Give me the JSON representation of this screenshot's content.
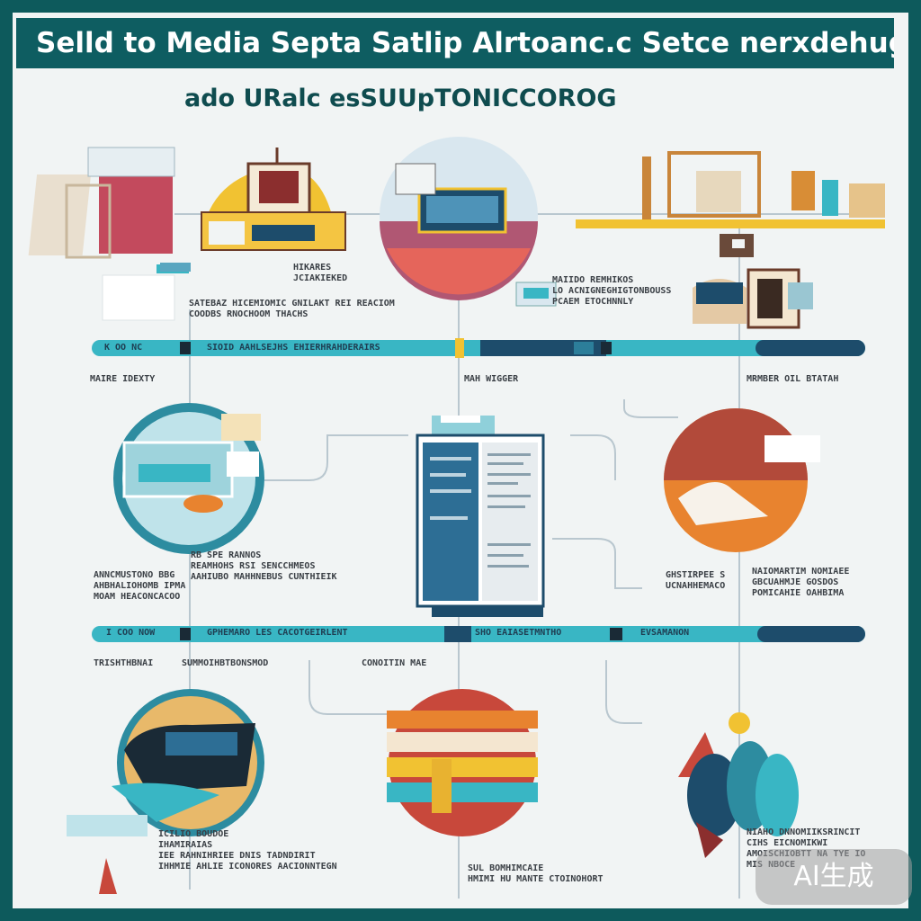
{
  "header": {
    "title": "Selld to Media Septa Satlip Alrtoanc.c Setce nerxdehugetion",
    "subtitle": "ado URalc esSUUpTONICCOROG"
  },
  "row1": {
    "labels": {
      "a": "HIKARES\nJCIAKIEKED",
      "b": "SATEBAZ HICEMIOMIC GNILAKT REI REACIOM\nCOODBS RNOCHOOM THACHS",
      "c": "MAIIDO REMHIKOS\nLO ACNIGNEGHIGTONBOUSS\nPCAEM ETOCHNNLY"
    },
    "bar": {
      "left_label": "K OO NC",
      "mid_label": "SIOID  AAHLSEJHS EHIERHRAHDERAIRS"
    },
    "below": {
      "a": "MAIRE IDEXTY",
      "b": "MAH WIGGER",
      "c": "MRMBER OIL BTATAH"
    }
  },
  "row2": {
    "labels": {
      "a": "ANNCMUSTONO BBG\nAHBHALIOHOMB IPMA\nMOAM HEACONCACOO",
      "b": "RB SPE RANNOS\nREAMHOHS  RSI SENCCHMEOS\nAAHIUBO MAHHNEBUS    CUNTHIEIK",
      "c": "GHSTIRPEE S\nUCNAHHEMACO",
      "d": "NAIOMARTIM NOMIAEE\nGBCUAHMJE GOSDOS\nPOMICAHIE OAHBIMA"
    },
    "bar": {
      "left_label": "I  COO NOW",
      "mid_label": "GPHEMARO LES  CACOTGEIRLENT",
      "right_label": "SHO  EAIASETMNTHO",
      "far_label": "EVSAMANON"
    },
    "below": {
      "a": "TRISHTHBNAI",
      "b": "SUMMOIHBTBONSMOD",
      "c": "CONOITIN MAE"
    }
  },
  "row3": {
    "labels": {
      "a": "ICILIO BOUDOE\nIHAMIRAIAS\nIEE RAHNIHRIEE DNIS TADNDIRIT\nIHHMIE AHLIE ICONORES AACIONNTEGN",
      "b": "SUL BOMHIMCAIE\nHMIMI HU MANTE CTOINOHORT",
      "c": "NIAHO DNNOMIIKSRINCIT\nCIHS EICNOMIKWI\nAMOISCHIOBTT NA TYE IO\nMIS NBOCE"
    }
  },
  "watermark": "AI生成",
  "colors": {
    "frame": "#0d5a5c",
    "banner": "#0e5d61",
    "teal": "#39b6c4",
    "navy": "#1d4c6b",
    "orange": "#e8832f",
    "red": "#c8483b",
    "yellow": "#f1c232"
  }
}
